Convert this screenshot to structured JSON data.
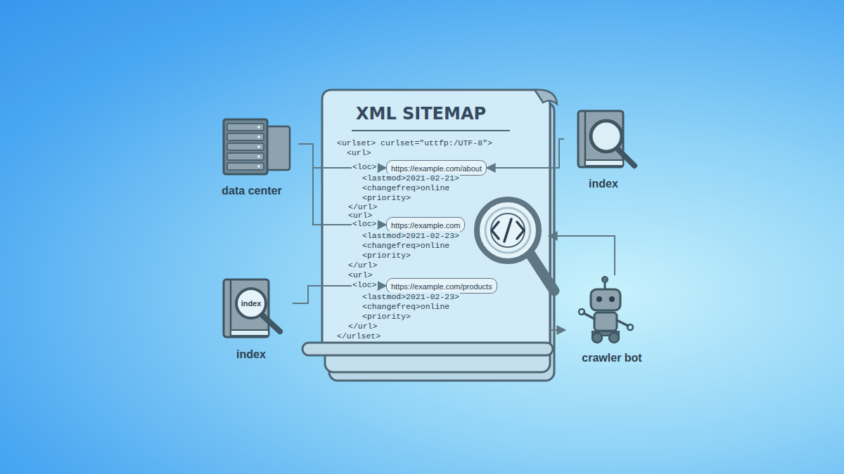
{
  "diagram": {
    "nodes": [
      {
        "text": [
          "XML SITEMAP"
        ]
      },
      {
        "text": [
          "https://example.com/about"
        ],
        "in": 0
      },
      {
        "text": [
          "https://example.com"
        ],
        "in": 0
      },
      {
        "text": [
          "https://example.com/products"
        ],
        "in": 0
      },
      {
        "text": [
          "data center"
        ]
      },
      {
        "text": [
          "index"
        ]
      },
      {
        "text": [
          "index",
          "index"
        ]
      },
      {
        "text": [
          "crawler bot"
        ]
      }
    ],
    "edges": [
      {
        "from": 4,
        "to": 1,
        "arrow": "to"
      },
      {
        "from": 4,
        "to": 2,
        "arrow": "to"
      },
      {
        "from": 6,
        "to": 3,
        "arrow": "to"
      },
      {
        "from": 5,
        "to": 1,
        "arrow": "to"
      },
      {
        "from": 0,
        "to": 7,
        "arrow": "to"
      }
    ],
    "labels": [
      "<urlset> curlset=\"uttfp:/UTF-8\">",
      "<url>",
      "<loc>",
      "<lastmod>2021-02-21>",
      "<changefreq>online",
      "<priority>",
      "</url>",
      "<url>",
      "<loc>",
      "<lastmod>2021-02-23>",
      "<changefreq>online",
      "<priority>",
      "</url>",
      "<url>",
      "<loc>",
      "<lastmod>2021-02-23>",
      "<changefreq>online",
      "<priority>",
      "</url>",
      "</urlset>"
    ]
  }
}
